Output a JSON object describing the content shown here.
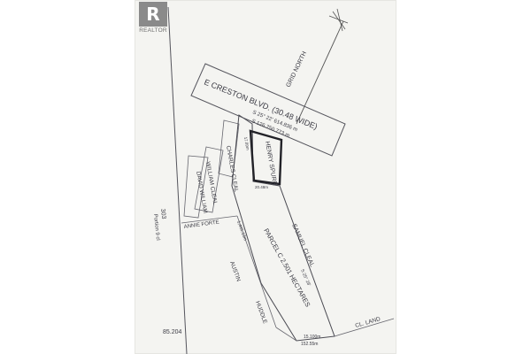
{
  "badge": {
    "letter": "R",
    "text": "REALTOR"
  },
  "labels": {
    "road": "E CRESTON BLVD. (30.48 WIDE)",
    "grid": "GRID NORTH",
    "meas1": "S 25° 22' 614.836 m",
    "meas2": "S 126.750.773 m",
    "charles": "CHARLES CLEAL",
    "william": "WILLIAM CLEAL",
    "david": "DAVID WILLIAM",
    "henry": "HENRY SPURR",
    "samuel": "SAMUEL CLEAL",
    "annie": "ANNIE FORTE",
    "parcel": "PARCEL C 2.501 HECTARES",
    "austin": "AUSTIN",
    "huddle": "HUDDLE",
    "lot": "Portion 9 cl",
    "hwy": "303",
    "bottom_right": "CL. LAND",
    "corner1": "20.48m",
    "corner2": "152.55m",
    "corner3": "15.100m",
    "corner4": "17.89m",
    "side_left": "1,465.13m",
    "side_right": "S 25° 28'",
    "corner_bottom": "85.204"
  }
}
